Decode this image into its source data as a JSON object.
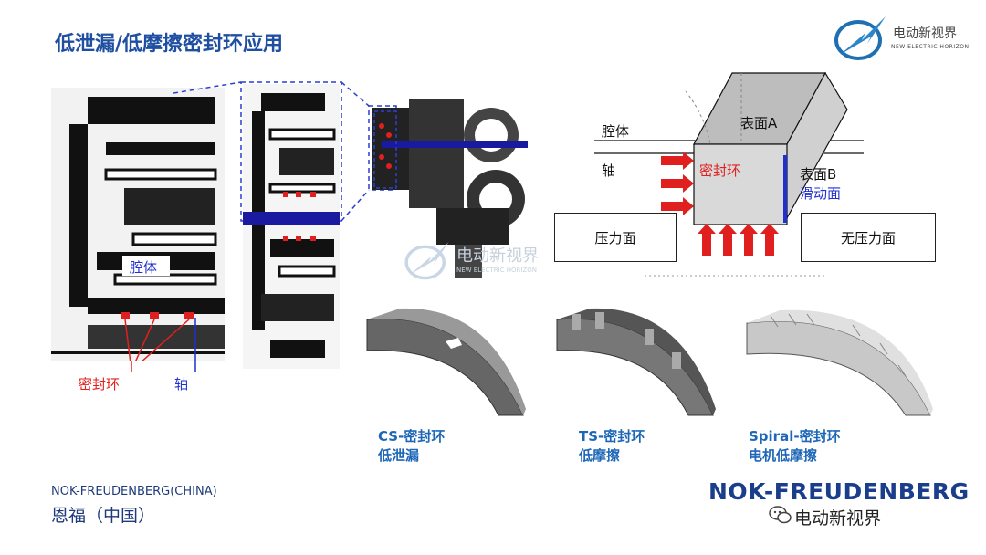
{
  "slide": {
    "title": "低泄漏/低摩擦密封环应用"
  },
  "brand": {
    "cn": "电动新视界",
    "en": "NEW ELECTRIC HORIZON",
    "watermark_cn": "电动新视界",
    "watermark_en": "NEW ELECTRIC HORIZON"
  },
  "left_diagram": {
    "cavity_label": "腔体",
    "seal_label": "密封环",
    "shaft_label": "轴"
  },
  "right_diagram": {
    "surface_a": "表面A",
    "cavity_label": "腔体",
    "shaft_label": "轴",
    "seal_label": "密封环",
    "surface_b": "表面B",
    "sliding_surface": "滑动面",
    "pressure_side": "压力面",
    "no_pressure_side": "无压力面"
  },
  "rings": [
    {
      "name": "CS-密封环",
      "desc": "低泄漏"
    },
    {
      "name": "TS-密封环",
      "desc": "低摩擦"
    },
    {
      "name": "Spiral-密封环",
      "desc": "电机低摩擦"
    }
  ],
  "footer": {
    "company_en": "NOK-FREUDENBERG(CHINA)",
    "company_cn": "恩福（中国）",
    "nok_logo": "NOK-FREUDENBERG",
    "wechat": "电动新视界"
  },
  "colors": {
    "title": "#1f4fa0",
    "accent_red": "#e0201e",
    "accent_blue": "#1f2fd0",
    "caption": "#1e67b8",
    "brand_navy": "#1a3d8c"
  },
  "icons": [
    "brand-logo-icon",
    "wechat-icon"
  ]
}
